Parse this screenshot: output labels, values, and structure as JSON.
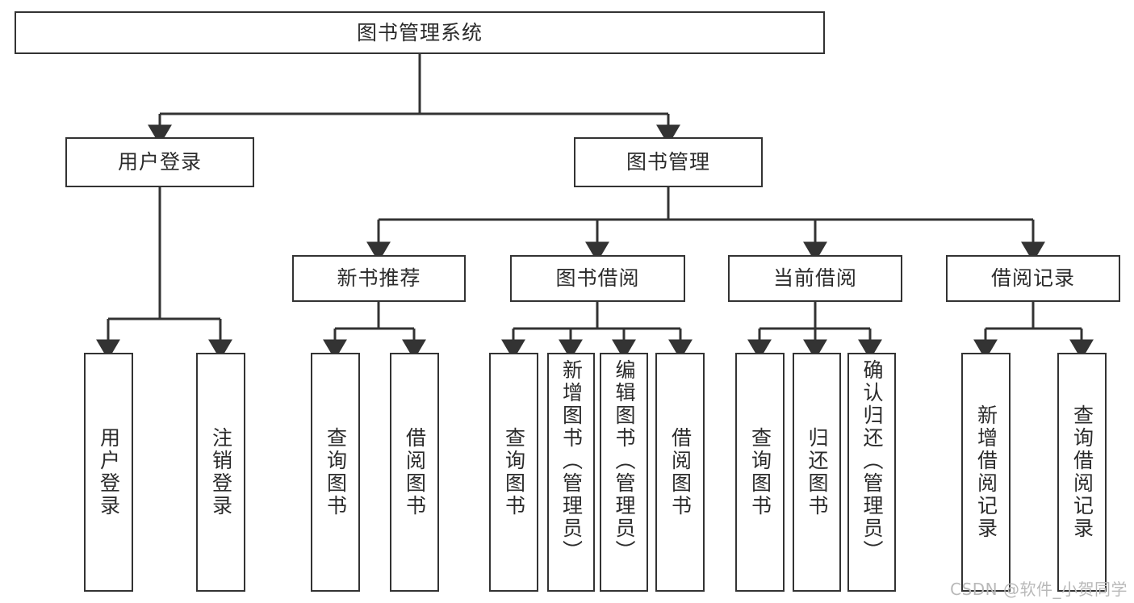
{
  "diagram": {
    "title": "图书管理系统",
    "type": "tree-hierarchy-diagram",
    "watermark": "CSDN @软件_小贺同学",
    "colors": {
      "stroke": "#333333",
      "fill": "#ffffff",
      "text": "#2b2b2b",
      "watermark": "#b9b9b9"
    },
    "root": {
      "label": "图书管理系统"
    },
    "level2": [
      {
        "label": "用户登录"
      },
      {
        "label": "图书管理"
      }
    ],
    "level3": [
      {
        "label": "新书推荐"
      },
      {
        "label": "图书借阅"
      },
      {
        "label": "当前借阅"
      },
      {
        "label": "借阅记录"
      }
    ],
    "leaves": {
      "user_login": [
        {
          "label": "用户登录"
        },
        {
          "label": "注销登录"
        }
      ],
      "new_book_recommend": [
        {
          "label": "查询图书"
        },
        {
          "label": "借阅图书"
        }
      ],
      "book_borrow": [
        {
          "label": "查询图书"
        },
        {
          "label": "新增图书（管理员）"
        },
        {
          "label": "编辑图书（管理员）"
        },
        {
          "label": "借阅图书"
        }
      ],
      "current_borrow": [
        {
          "label": "查询图书"
        },
        {
          "label": "归还图书"
        },
        {
          "label": "确认归还（管理员）"
        }
      ],
      "borrow_records": [
        {
          "label": "新增借阅记录"
        },
        {
          "label": "查询借阅记录"
        }
      ]
    }
  }
}
